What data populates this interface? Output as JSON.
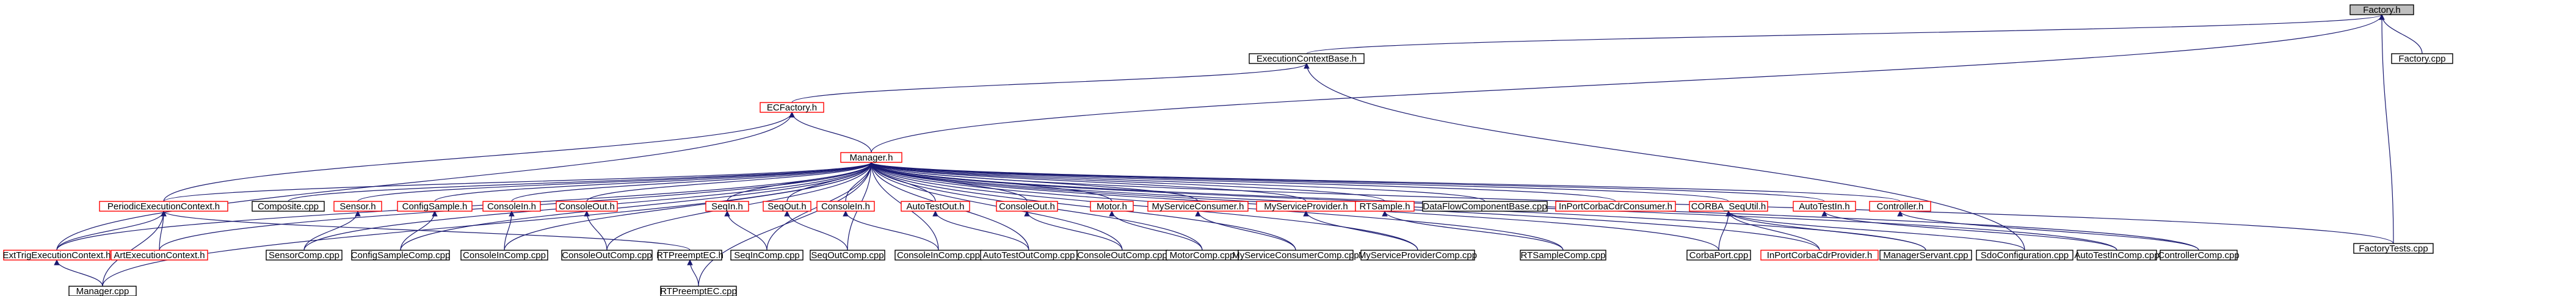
{
  "colors": {
    "edge": "#191970",
    "border_black": "#000000",
    "border_red": "#ff0000",
    "highlight_fill": "#bfbfbf"
  },
  "nodes": {
    "factory_h": {
      "label": "Factory.h",
      "border": "black",
      "fill": "gray"
    },
    "factory_cpp": {
      "label": "Factory.cpp",
      "border": "black"
    },
    "factory_tests_cpp": {
      "label": "FactoryTests.cpp",
      "border": "black"
    },
    "execution_context_base_h": {
      "label": "ExecutionContextBase.h",
      "border": "black"
    },
    "ec_factory_h": {
      "label": "ECFactory.h",
      "border": "red"
    },
    "manager_h": {
      "label": "Manager.h",
      "border": "red"
    },
    "periodic_execution_context_h": {
      "label": "PeriodicExecutionContext.h",
      "border": "red"
    },
    "composite_cpp": {
      "label": "Composite.cpp",
      "border": "black"
    },
    "sensor_h": {
      "label": "Sensor.h",
      "border": "red"
    },
    "config_sample_h": {
      "label": "ConfigSample.h",
      "border": "red"
    },
    "console_in_h_1": {
      "label": "ConsoleIn.h",
      "border": "red"
    },
    "console_out_h_1": {
      "label": "ConsoleOut.h",
      "border": "red"
    },
    "seq_in_h": {
      "label": "SeqIn.h",
      "border": "red"
    },
    "seq_out_h": {
      "label": "SeqOut.h",
      "border": "red"
    },
    "console_in_h_2": {
      "label": "ConsoleIn.h",
      "border": "red"
    },
    "auto_test_out_h": {
      "label": "AutoTestOut.h",
      "border": "red"
    },
    "console_out_h_2": {
      "label": "ConsoleOut.h",
      "border": "red"
    },
    "motor_h": {
      "label": "Motor.h",
      "border": "red"
    },
    "my_service_consumer_h": {
      "label": "MyServiceConsumer.h",
      "border": "red"
    },
    "my_service_provider_h": {
      "label": "MyServiceProvider.h",
      "border": "red"
    },
    "rt_sample_h": {
      "label": "RTSample.h",
      "border": "red"
    },
    "data_flow_component_base_cpp": {
      "label": "DataFlowComponentBase.cpp",
      "border": "black"
    },
    "in_port_corba_cdr_consumer_h": {
      "label": "InPortCorbaCdrConsumer.h",
      "border": "red"
    },
    "corba_seq_util_h": {
      "label": "CORBA_SeqUtil.h",
      "border": "red"
    },
    "auto_test_in_h": {
      "label": "AutoTestIn.h",
      "border": "red"
    },
    "controller_h": {
      "label": "Controller.h",
      "border": "red"
    },
    "ext_trig_execution_context_h": {
      "label": "ExtTrigExecutionContext.h",
      "border": "red"
    },
    "art_execution_context_h": {
      "label": "ArtExecutionContext.h",
      "border": "red"
    },
    "sensor_comp_cpp": {
      "label": "SensorComp.cpp",
      "border": "black"
    },
    "config_sample_comp_cpp": {
      "label": "ConfigSampleComp.cpp",
      "border": "black"
    },
    "console_in_comp_cpp_1": {
      "label": "ConsoleInComp.cpp",
      "border": "black"
    },
    "console_out_comp_cpp_1": {
      "label": "ConsoleOutComp.cpp",
      "border": "black"
    },
    "rt_preempt_ec_h": {
      "label": "RTPreemptEC.h",
      "border": "black"
    },
    "seq_in_comp_cpp": {
      "label": "SeqInComp.cpp",
      "border": "black"
    },
    "seq_out_comp_cpp": {
      "label": "SeqOutComp.cpp",
      "border": "black"
    },
    "console_in_comp_cpp_2": {
      "label": "ConsoleInComp.cpp",
      "border": "black"
    },
    "auto_test_out_comp_cpp": {
      "label": "AutoTestOutComp.cpp",
      "border": "black"
    },
    "console_out_comp_cpp_2": {
      "label": "ConsoleOutComp.cpp",
      "border": "black"
    },
    "motor_comp_cpp": {
      "label": "MotorComp.cpp",
      "border": "black"
    },
    "my_service_consumer_comp_cpp": {
      "label": "MyServiceConsumerComp.cpp",
      "border": "black"
    },
    "my_service_provider_comp_cpp": {
      "label": "MyServiceProviderComp.cpp",
      "border": "black"
    },
    "rt_sample_comp_cpp": {
      "label": "RTSampleComp.cpp",
      "border": "black"
    },
    "corba_port_cpp": {
      "label": "CorbaPort.cpp",
      "border": "black"
    },
    "in_port_corba_cdr_provider_h": {
      "label": "InPortCorbaCdrProvider.h",
      "border": "red"
    },
    "manager_servant_cpp": {
      "label": "ManagerServant.cpp",
      "border": "black"
    },
    "sdo_configuration_cpp": {
      "label": "SdoConfiguration.cpp",
      "border": "black"
    },
    "auto_test_in_comp_cpp": {
      "label": "AutoTestInComp.cpp",
      "border": "black"
    },
    "controller_comp_cpp": {
      "label": "ControllerComp.cpp",
      "border": "black"
    },
    "manager_cpp": {
      "label": "Manager.cpp",
      "border": "black"
    },
    "rt_preempt_ec_cpp": {
      "label": "RTPreemptEC.cpp",
      "border": "black"
    }
  },
  "edges": [
    [
      "factory_cpp",
      "factory_h"
    ],
    [
      "factory_tests_cpp",
      "factory_h"
    ],
    [
      "execution_context_base_h",
      "factory_h"
    ],
    [
      "manager_h",
      "factory_h"
    ],
    [
      "ec_factory_h",
      "execution_context_base_h"
    ],
    [
      "sdo_configuration_cpp",
      "execution_context_base_h"
    ],
    [
      "manager_h",
      "ec_factory_h"
    ],
    [
      "ext_trig_execution_context_h",
      "ec_factory_h"
    ],
    [
      "periodic_execution_context_h",
      "ec_factory_h"
    ],
    [
      "periodic_execution_context_h",
      "manager_h"
    ],
    [
      "composite_cpp",
      "manager_h"
    ],
    [
      "sensor_h",
      "manager_h"
    ],
    [
      "config_sample_h",
      "manager_h"
    ],
    [
      "console_in_h_1",
      "manager_h"
    ],
    [
      "console_out_h_1",
      "manager_h"
    ],
    [
      "seq_in_h",
      "manager_h"
    ],
    [
      "seq_out_h",
      "manager_h"
    ],
    [
      "console_in_h_2",
      "manager_h"
    ],
    [
      "auto_test_out_h",
      "manager_h"
    ],
    [
      "console_out_h_2",
      "manager_h"
    ],
    [
      "motor_h",
      "manager_h"
    ],
    [
      "my_service_consumer_h",
      "manager_h"
    ],
    [
      "my_service_provider_h",
      "manager_h"
    ],
    [
      "rt_sample_h",
      "manager_h"
    ],
    [
      "data_flow_component_base_cpp",
      "manager_h"
    ],
    [
      "in_port_corba_cdr_consumer_h",
      "manager_h"
    ],
    [
      "corba_seq_util_h",
      "manager_h"
    ],
    [
      "auto_test_in_h",
      "manager_h"
    ],
    [
      "controller_h",
      "manager_h"
    ],
    [
      "factory_tests_cpp",
      "manager_h"
    ],
    [
      "ext_trig_execution_context_h",
      "manager_h"
    ],
    [
      "art_execution_context_h",
      "manager_h"
    ],
    [
      "manager_cpp",
      "manager_h"
    ],
    [
      "sensor_comp_cpp",
      "manager_h"
    ],
    [
      "config_sample_comp_cpp",
      "manager_h"
    ],
    [
      "console_in_comp_cpp_1",
      "manager_h"
    ],
    [
      "console_out_comp_cpp_1",
      "manager_h"
    ],
    [
      "seq_in_comp_cpp",
      "manager_h"
    ],
    [
      "seq_out_comp_cpp",
      "manager_h"
    ],
    [
      "console_in_comp_cpp_2",
      "manager_h"
    ],
    [
      "auto_test_out_comp_cpp",
      "manager_h"
    ],
    [
      "console_out_comp_cpp_2",
      "manager_h"
    ],
    [
      "motor_comp_cpp",
      "manager_h"
    ],
    [
      "my_service_consumer_comp_cpp",
      "manager_h"
    ],
    [
      "my_service_provider_comp_cpp",
      "manager_h"
    ],
    [
      "rt_sample_comp_cpp",
      "manager_h"
    ],
    [
      "corba_port_cpp",
      "manager_h"
    ],
    [
      "in_port_corba_cdr_provider_h",
      "manager_h"
    ],
    [
      "manager_servant_cpp",
      "manager_h"
    ],
    [
      "auto_test_in_comp_cpp",
      "manager_h"
    ],
    [
      "controller_comp_cpp",
      "manager_h"
    ],
    [
      "rt_preempt_ec_cpp",
      "manager_h"
    ],
    [
      "ext_trig_execution_context_h",
      "periodic_execution_context_h"
    ],
    [
      "art_execution_context_h",
      "periodic_execution_context_h"
    ],
    [
      "rt_preempt_ec_h",
      "periodic_execution_context_h"
    ],
    [
      "manager_cpp",
      "periodic_execution_context_h"
    ],
    [
      "manager_cpp",
      "ext_trig_execution_context_h"
    ],
    [
      "sensor_comp_cpp",
      "sensor_h"
    ],
    [
      "config_sample_comp_cpp",
      "config_sample_h"
    ],
    [
      "console_in_comp_cpp_1",
      "console_in_h_1"
    ],
    [
      "console_out_comp_cpp_1",
      "console_out_h_1"
    ],
    [
      "seq_in_comp_cpp",
      "seq_in_h"
    ],
    [
      "seq_out_comp_cpp",
      "seq_out_h"
    ],
    [
      "console_in_comp_cpp_2",
      "console_in_h_2"
    ],
    [
      "auto_test_out_comp_cpp",
      "auto_test_out_h"
    ],
    [
      "console_out_comp_cpp_2",
      "console_out_h_2"
    ],
    [
      "motor_comp_cpp",
      "motor_h"
    ],
    [
      "my_service_consumer_comp_cpp",
      "my_service_consumer_h"
    ],
    [
      "my_service_provider_comp_cpp",
      "my_service_provider_h"
    ],
    [
      "rt_sample_comp_cpp",
      "rt_sample_h"
    ],
    [
      "corba_port_cpp",
      "corba_seq_util_h"
    ],
    [
      "in_port_corba_cdr_provider_h",
      "corba_seq_util_h"
    ],
    [
      "manager_servant_cpp",
      "corba_seq_util_h"
    ],
    [
      "sdo_configuration_cpp",
      "corba_seq_util_h"
    ],
    [
      "auto_test_in_comp_cpp",
      "auto_test_in_h"
    ],
    [
      "controller_comp_cpp",
      "controller_h"
    ],
    [
      "rt_preempt_ec_cpp",
      "rt_preempt_ec_h"
    ]
  ]
}
